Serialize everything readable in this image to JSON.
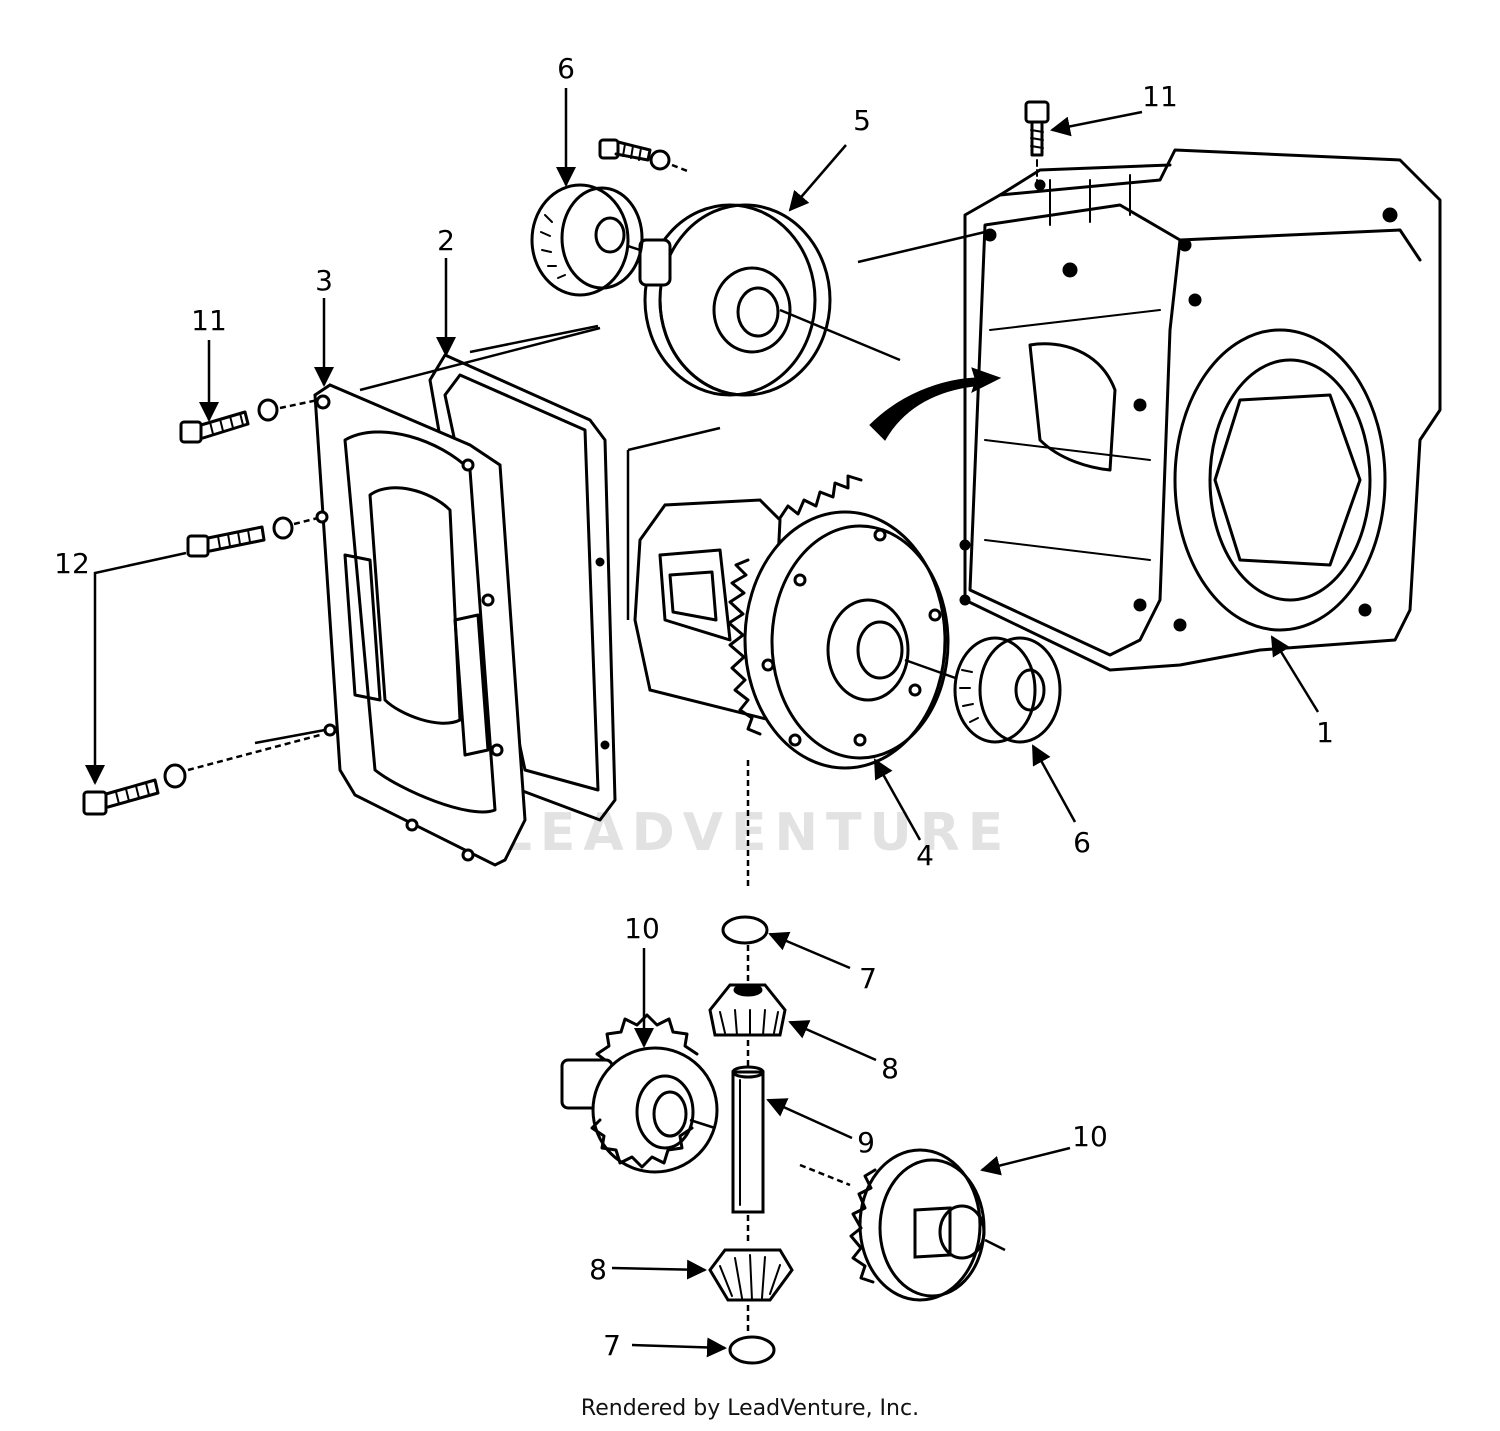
{
  "watermark": {
    "text": "LEADVENTURE"
  },
  "footer": {
    "credit": "Rendered by LeadVenture, Inc."
  },
  "callouts": [
    {
      "id": "c11a",
      "label": "11"
    },
    {
      "id": "c6a",
      "label": "6"
    },
    {
      "id": "c5",
      "label": "5"
    },
    {
      "id": "c2",
      "label": "2"
    },
    {
      "id": "c3",
      "label": "3"
    },
    {
      "id": "c11b",
      "label": "11"
    },
    {
      "id": "c12",
      "label": "12"
    },
    {
      "id": "c1",
      "label": "1"
    },
    {
      "id": "c4",
      "label": "4"
    },
    {
      "id": "c6b",
      "label": "6"
    },
    {
      "id": "c10a",
      "label": "10"
    },
    {
      "id": "c7a",
      "label": "7"
    },
    {
      "id": "c8a",
      "label": "8"
    },
    {
      "id": "c9",
      "label": "9"
    },
    {
      "id": "c10b",
      "label": "10"
    },
    {
      "id": "c8b",
      "label": "8"
    },
    {
      "id": "c7b",
      "label": "7"
    }
  ]
}
